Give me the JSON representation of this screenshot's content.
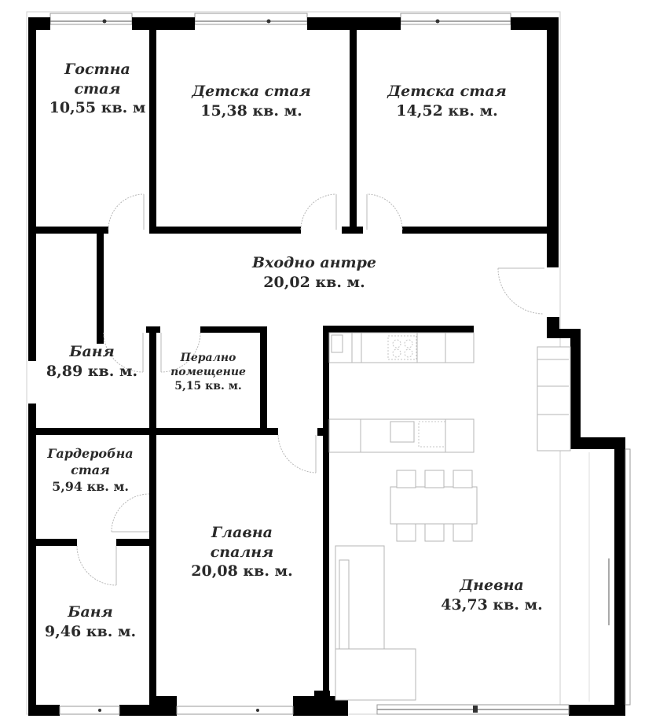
{
  "plan": {
    "type": "apartment-floor-plan",
    "unit": "кв. м.",
    "rooms": [
      {
        "id": "guest-room",
        "name_line1": "Гостна",
        "name_line2": "стая",
        "area": "10,55 кв. м"
      },
      {
        "id": "kids-room-1",
        "name_line1": "Детска стая",
        "name_line2": "",
        "area": "15,38 кв. м."
      },
      {
        "id": "kids-room-2",
        "name_line1": "Детска стая",
        "name_line2": "",
        "area": "14,52 кв. м."
      },
      {
        "id": "entrance-hall",
        "name_line1": "Входно антре",
        "name_line2": "",
        "area": "20,02 кв. м."
      },
      {
        "id": "bathroom-1",
        "name_line1": "Баня",
        "name_line2": "",
        "area": "8,89 кв. м."
      },
      {
        "id": "laundry-room",
        "name_line1": "Перално",
        "name_line2": "помещение",
        "area": "5,15 кв. м."
      },
      {
        "id": "wardrobe-room",
        "name_line1": "Гардеробна",
        "name_line2": "стая",
        "area": "5,94 кв. м."
      },
      {
        "id": "master-bedroom",
        "name_line1": "Главна",
        "name_line2": "спалня",
        "area": "20,08 кв. м."
      },
      {
        "id": "bathroom-2",
        "name_line1": "Баня",
        "name_line2": "",
        "area": "9,46 кв. м."
      },
      {
        "id": "living-room",
        "name_line1": "Дневна",
        "name_line2": "",
        "area": "43,73 кв. м."
      }
    ]
  }
}
